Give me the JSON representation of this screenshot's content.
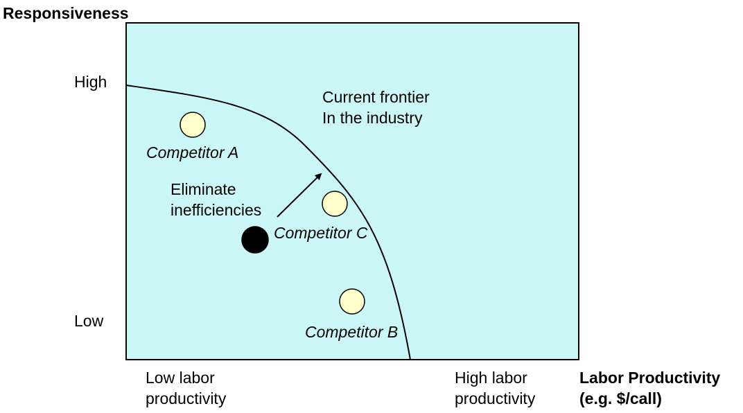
{
  "diagram": {
    "y_axis_title": "Responsiveness",
    "y_high": "High",
    "y_low": "Low",
    "x_low_line1": "Low labor",
    "x_low_line2": "productivity",
    "x_high_line1": "High labor",
    "x_high_line2": "productivity",
    "x_axis_title_line1": "Labor Productivity",
    "x_axis_title_line2": "(e.g. $/call)",
    "frontier_line1": "Current frontier",
    "frontier_line2": "In the industry",
    "arrow_line1": "Eliminate",
    "arrow_line2": "inefficiencies",
    "competitor_a": "Competitor A",
    "competitor_b": "Competitor B",
    "competitor_c": "Competitor C"
  },
  "colors": {
    "plot_fill": "#ccf7f7",
    "competitor_fill": "#ffffcc",
    "own_firm_fill": "#000000",
    "line": "#000000"
  }
}
